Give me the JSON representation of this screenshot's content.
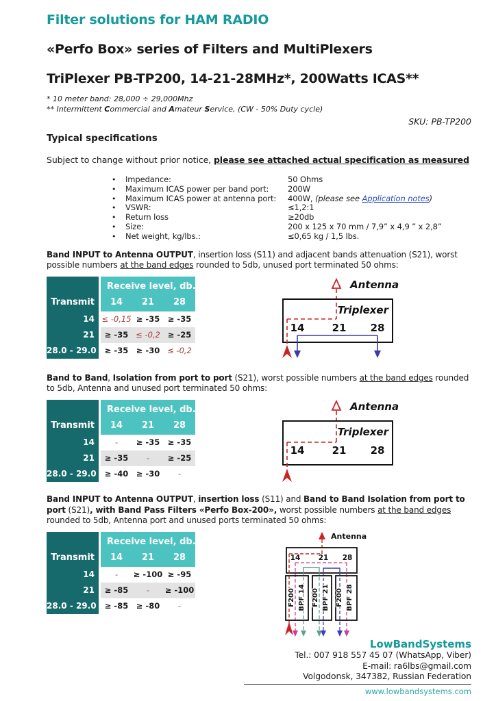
{
  "header": {
    "brand": "Filter solutions for HAM RADIO",
    "series": "«Perfo Box» series of Filters and MultiPlexers",
    "product": "TriPlexer PB-TP200, 14-21-28MHz*, 200Watts ICAS**",
    "fn1": "* 10 meter band: 28,000 ÷ 29,000Mhz",
    "fn2": {
      "p0": "** Intermittent ",
      "b1": "C",
      "p1": "ommercial and ",
      "b2": "A",
      "p2": "mateur ",
      "b3": "S",
      "p3": "ervice, (CW - 50% Duty cycle)"
    },
    "sku": "SKU: PB-TP200"
  },
  "specs": {
    "heading": "Typical specifications",
    "notice_plain": "Subject to change without prior notice, ",
    "notice_strong": "please see attached actual specification as measured",
    "bullet": "•",
    "items": [
      {
        "label": "Impedance:",
        "value": "50 Ohms"
      },
      {
        "label": "Maximum ICAS power per band port:",
        "value": "200W"
      },
      {
        "label": "Maximum ICAS power at antenna port:",
        "v0": "400W, ",
        "v1": "(please see ",
        "link": "Application notes",
        "v2": ")"
      },
      {
        "label": "VSWR:",
        "value": "≤1,2:1"
      },
      {
        "label": "Return loss",
        "value": "≥20db"
      },
      {
        "label": "Size:",
        "value": "200 x 125 x 70 mm / 7,9” x 4,9 ” x 2,8”"
      },
      {
        "label": "Net weight, kg/lbs.:",
        "value": "≤0,65 kg / 1,5 lbs."
      }
    ]
  },
  "tables": {
    "transmit": "Transmit",
    "receive": "Receive level, db.:",
    "cols": [
      "14",
      "21",
      "28"
    ],
    "rows": [
      "14",
      "21",
      "28.0 - 29.0"
    ]
  },
  "sections": [
    {
      "heading": [
        {
          "t": "Band INPUT to Antenna OUTPUT"
        },
        {
          "t": ", insertion loss (S11) and adjacent bands attenuation (S21), worst possible numbers "
        },
        {
          "t": "at the band edges"
        },
        {
          "t": " rounded to 5db, unused port terminated 50 ohms:"
        }
      ],
      "table": {
        "values": [
          [
            "≤ -0,15",
            "≥ -35",
            "≥ -35"
          ],
          [
            "≥ -35",
            "≤ -0,2",
            "≥ -25"
          ],
          [
            "≥ -35",
            "≥ -30",
            "≤ -0,2"
          ]
        ]
      }
    },
    {
      "heading": [
        {
          "t": "Band to Band"
        },
        {
          "t": ", "
        },
        {
          "t": "Isolation from port to port"
        },
        {
          "t": " (S21), worst possible numbers "
        },
        {
          "t": "at the band edges"
        },
        {
          "t": " rounded to 5db,  Antenna and unused port terminated 50 ohms:"
        }
      ],
      "table": {
        "values": [
          [
            "-",
            "≥ -35",
            "≥ -35"
          ],
          [
            "≥ -35",
            "-",
            "≥ -25"
          ],
          [
            "≥ -40",
            "≥ -30",
            "-"
          ]
        ]
      }
    },
    {
      "heading": [
        {
          "t": "Band INPUT to Antenna OUTPUT"
        },
        {
          "t": ", "
        },
        {
          "t": "insertion loss"
        },
        {
          "t": " (S11) and "
        },
        {
          "t": "Band to Band Isolation from port to port"
        },
        {
          "t": " (S21)"
        },
        {
          "t": ", with Band Pass Filters «Perfo Box-200»,"
        },
        {
          "t": " worst possible numbers "
        },
        {
          "t": "at the band edges"
        },
        {
          "t": " rounded to 5db, Antenna port and unused ports terminated 50 ohms:"
        }
      ],
      "table": {
        "values": [
          [
            "-",
            "≥ -100",
            "≥ -95"
          ],
          [
            "≥ -85",
            "-",
            "≥ -100"
          ],
          [
            "≥ -85",
            "≥ -80",
            "-"
          ]
        ]
      }
    }
  ],
  "diagram": {
    "antenna": "Antenna",
    "triplexer": "Triplexer",
    "ports": [
      "14",
      "21",
      "28"
    ],
    "filters": [
      {
        "l1": "F200",
        "l2": "BPF 14"
      },
      {
        "l1": "F200",
        "l2": "BPF 21"
      },
      {
        "l1": "F200",
        "l2": "BPF 28"
      }
    ]
  },
  "footer": {
    "company": "LowBandSystems",
    "tel": "Tel.: 007 918 557 45 07 (WhatsApp, Viber)",
    "email": "E-mail: ra6lbs@gmail.com",
    "address": "Volgodonsk, 347382, Russian Federation",
    "website": "www.lowbandsystems.com"
  },
  "colors": {
    "accent_teal": "#149a9c",
    "table_dark_teal": "#176a6b",
    "table_light_teal": "#4cc3c0",
    "table_gray_row": "#e3e3e3",
    "table_red_value": "#a63a3a",
    "diagram_red": "#cc2424",
    "diagram_blue": "#3a3aaa",
    "diagram_green": "#5aa38c",
    "diagram_magenta": "#cc3d98",
    "link_blue": "#2b4fc0"
  }
}
